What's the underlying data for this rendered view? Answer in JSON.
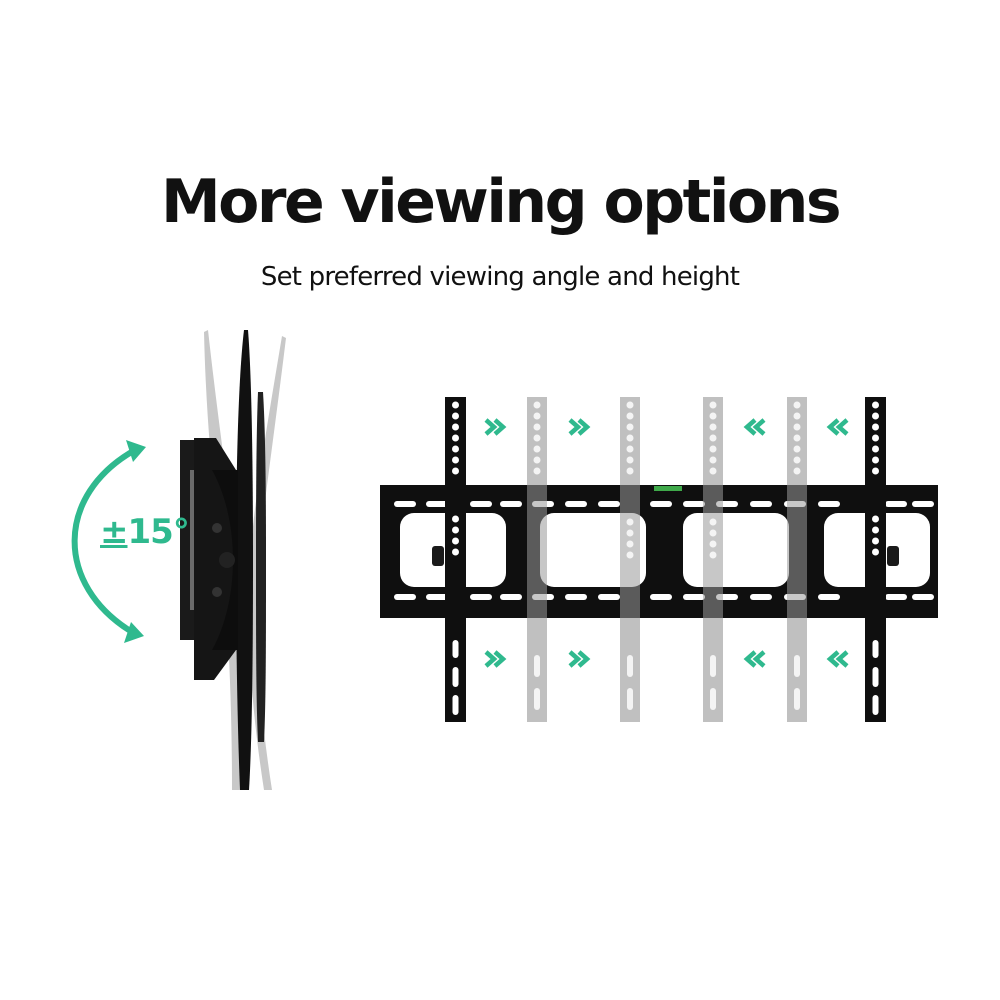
{
  "header": {
    "title": "More viewing options",
    "subtitle": "Set preferred viewing angle and height"
  },
  "side_view": {
    "tilt_symbol": "±",
    "tilt_value": "15°",
    "arrow_icon": "curved-double-arrow"
  },
  "front_view": {
    "top_arrows": [
      "»",
      "»",
      "«",
      "«"
    ],
    "bottom_arrows": [
      "»",
      "»",
      "«",
      "«"
    ],
    "arrow_direction_left_pair": "right",
    "arrow_direction_right_pair": "left"
  },
  "colors": {
    "accent": "#2fb98e",
    "bracket": "#111111",
    "ghost": "#c4c4c4",
    "text": "#111111",
    "background": "#ffffff"
  }
}
